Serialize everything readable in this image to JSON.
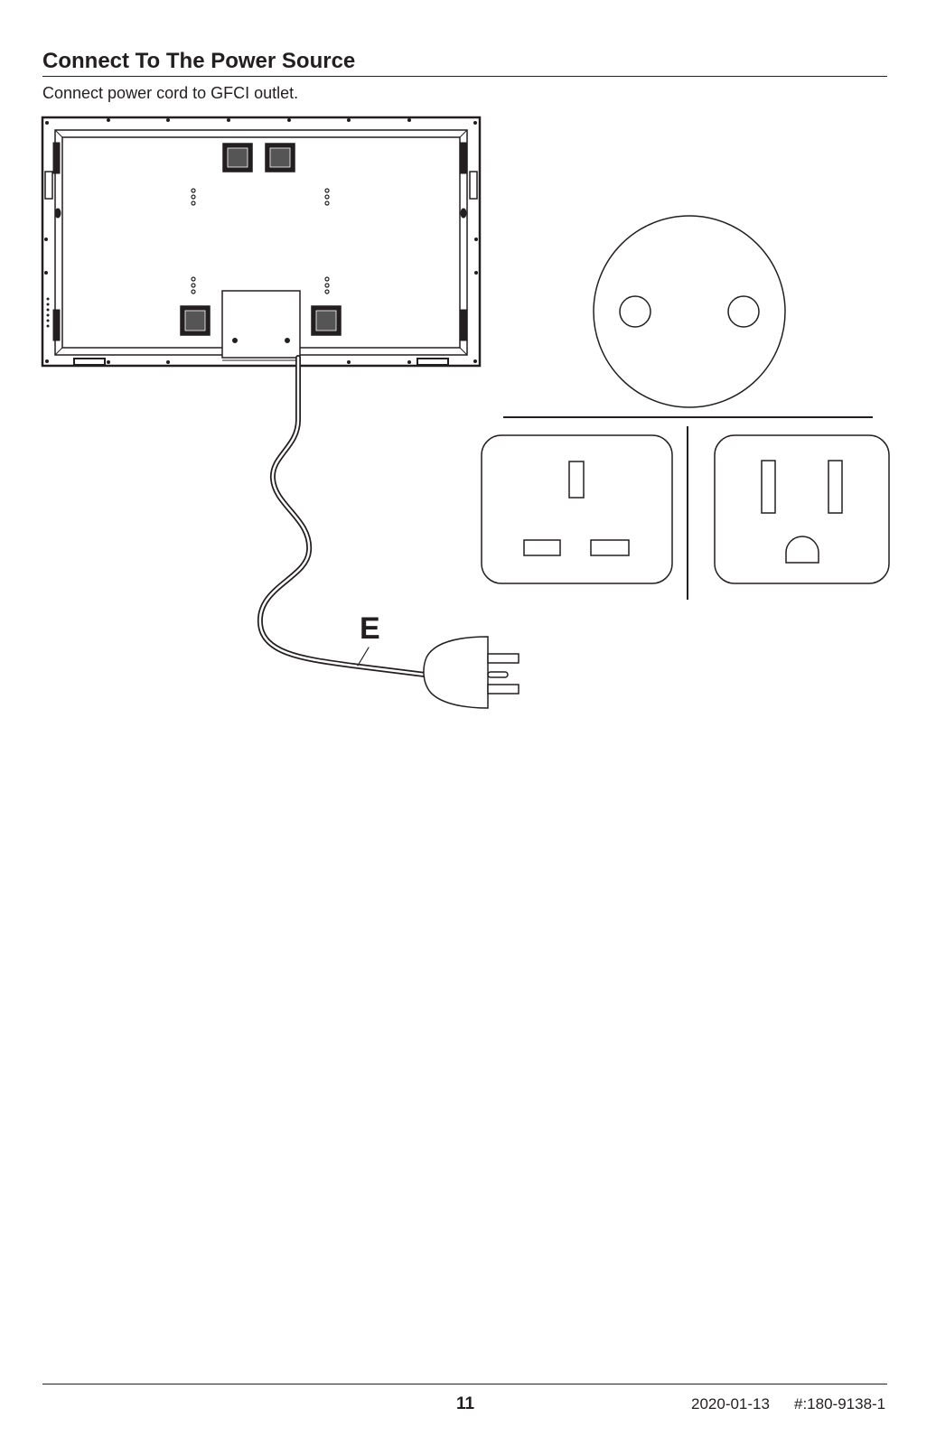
{
  "section": {
    "title": "Connect To The Power Source",
    "instruction": "Connect power cord to GFCI outlet."
  },
  "figure": {
    "callout_label": "E",
    "parts": [
      "mirror-back-panel",
      "power-cord",
      "power-plug",
      "round-socket-outlet",
      "british-outlet",
      "us-outlet"
    ]
  },
  "footer": {
    "page_number": "11",
    "date": "2020-01-13",
    "doc_id": "#:180-9138-1"
  }
}
